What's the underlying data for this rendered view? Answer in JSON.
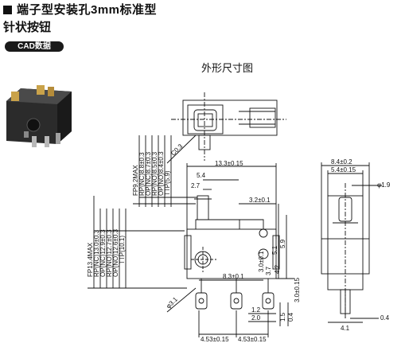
{
  "header": {
    "title": "端子型安装孔3mm标准型",
    "subtitle": "针状按钮",
    "cad_button": "CAD数据"
  },
  "drawing": {
    "section_title": "外形尺寸图",
    "dims": {
      "c03": "C0.3",
      "w_total": "13.3±0.15",
      "w_5_4": "5.4",
      "w_2_7": "2.7",
      "w_3_2": "3.2±0.1",
      "fp_max": "FP9.2MAX",
      "rp_nc_top": "RP(NC)8.8±0.3",
      "op_nc_top": "OP(NC)8.7±0.3",
      "rp_no_top": "RP(NO)8.5±0.3",
      "op_no_top": "OP(NO)8.4±0.3",
      "ttp_top": "TTP(5.9)",
      "fp_14": "FP13.4MAX",
      "rp_nc_13": "RP(NC)13.0±0.3",
      "op_nc_12": "OP(NC)12.9±0.3",
      "rp_no_12": "RP(NO)12.7±0.3",
      "op_no_12": "OP(NO)12.6±0.3",
      "ttp_side": "TTP(10.1)",
      "d_5_1": "5.1",
      "d_5_9": "5.9",
      "d_3_0": "3.0±0.1",
      "d_4_2": "4.2",
      "d_3_7": "3.7",
      "d_8_3": "8.3±0.1",
      "hole": "φ3.1",
      "d_3_0b": "3.0±0.15",
      "d_1_2": "1.2",
      "d_2_0": "2.0",
      "d_1_5": "1.5",
      "d_0_4": "0.4",
      "pitch_left": "4.53±0.15",
      "pitch_right": "4.53±0.15",
      "w_8_4": "8.4±0.2",
      "w_5_4b": "5.4±0.15",
      "pin_dia": "φ1.9",
      "d_4_1": "4.1",
      "d_0_4b": "0.4"
    }
  }
}
